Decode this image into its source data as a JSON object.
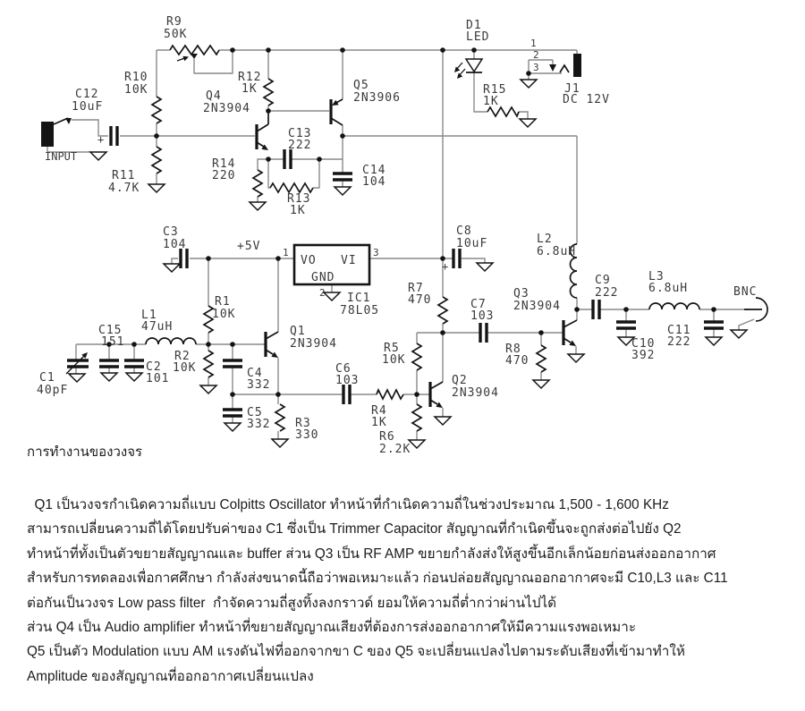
{
  "schematic": {
    "input_label": "INPUT",
    "supply_label": "+5V",
    "bnc_label": "BNC",
    "plus": "+",
    "ic1": {
      "ref": "IC1",
      "value": "78L05",
      "vo": "VO",
      "vi": "VI",
      "gnd": "GND",
      "pin1": "1",
      "pin2": "2",
      "pin3": "3"
    },
    "j1_pins": {
      "p1": "1",
      "p2": "2",
      "p3": "3"
    },
    "parts": [
      {
        "ref": "R9",
        "val": "50K"
      },
      {
        "ref": "R10",
        "val": "10K"
      },
      {
        "ref": "C12",
        "val": "10uF"
      },
      {
        "ref": "R11",
        "val": "4.7K"
      },
      {
        "ref": "Q4",
        "val": "2N3904"
      },
      {
        "ref": "R12",
        "val": "1K"
      },
      {
        "ref": "Q5",
        "val": "2N3906"
      },
      {
        "ref": "C13",
        "val": "222"
      },
      {
        "ref": "R13",
        "val": "1K"
      },
      {
        "ref": "R14",
        "val": "220"
      },
      {
        "ref": "C14",
        "val": "104"
      },
      {
        "ref": "D1",
        "val": "LED"
      },
      {
        "ref": "R15",
        "val": "1K"
      },
      {
        "ref": "J1",
        "val": "DC 12V"
      },
      {
        "ref": "C3",
        "val": "104"
      },
      {
        "ref": "R1",
        "val": "10K"
      },
      {
        "ref": "L1",
        "val": "47uH"
      },
      {
        "ref": "C15",
        "val": "151"
      },
      {
        "ref": "R2",
        "val": "10K"
      },
      {
        "ref": "C2",
        "val": "101"
      },
      {
        "ref": "C1",
        "val": "40pF"
      },
      {
        "ref": "C4",
        "val": "332"
      },
      {
        "ref": "C5",
        "val": "332"
      },
      {
        "ref": "Q1",
        "val": "2N3904"
      },
      {
        "ref": "C6",
        "val": "103"
      },
      {
        "ref": "R3",
        "val": "330"
      },
      {
        "ref": "R4",
        "val": "1K"
      },
      {
        "ref": "R6",
        "val": "2.2K"
      },
      {
        "ref": "R5",
        "val": "10K"
      },
      {
        "ref": "Q2",
        "val": "2N3904"
      },
      {
        "ref": "R7",
        "val": "470"
      },
      {
        "ref": "C8",
        "val": "10uF"
      },
      {
        "ref": "C7",
        "val": "103"
      },
      {
        "ref": "Q3",
        "val": "2N3904"
      },
      {
        "ref": "R8",
        "val": "470"
      },
      {
        "ref": "L2",
        "val": "6.8uH"
      },
      {
        "ref": "C9",
        "val": "222"
      },
      {
        "ref": "L3",
        "val": "6.8uH"
      },
      {
        "ref": "C10",
        "val": "392"
      },
      {
        "ref": "C11",
        "val": "222"
      }
    ]
  },
  "description": {
    "heading": "การทำงานของวงจร",
    "lines": [
      "  Q1 เป็นวงจรกำเนิดความถี่แบบ Colpitts Oscillator ทำหน้าที่กำเนิดความถี่ในช่วงประมาณ 1,500 - 1,600 KHz",
      "สามารถเปลี่ยนความถี่ได้โดยปรับค่าของ C1 ซึ่งเป็น Trimmer Capacitor สัญญาณที่กำเนิดขึ้นจะถูกส่งต่อไปยัง Q2",
      "ทำหน้าที่ทั้งเป็นตัวขยายสัญญาณและ buffer ส่วน Q3 เป็น RF AMP ขยายกำลังส่งให้สูงขึ้นอีกเล็กน้อยก่อนส่งออกอากาศ",
      "สำหรับการทดลองเพื่อกาศศึกษา กำลังส่งขนาดนี้ถือว่าพอเหมาะแล้ว ก่อนปล่อยสัญญาณออกอากาศจะมี C10,L3 และ C11",
      "ต่อกันเป็นวงจร Low pass filter  กำจัดความถี่สูงทิ้งลงกราวด์ ยอมให้ความถี่ต่ำกว่าผ่านไปได้",
      "ส่วน Q4 เป็น Audio amplifier ทำหน้าที่ขยายสัญญาณเสียงที่ต้องการส่งออกอากาศให้มีความแรงพอเหมาะ",
      "Q5 เป็นตัว Modulation แบบ AM แรงดันไฟที่ออกจากขา C ของ Q5 จะเปลี่ยนแปลงไปตามระดับเสียงที่เข้ามาทำให้",
      "Amplitude ของสัญญาณที่ออกอากาศเปลี่ยนแปลง"
    ]
  }
}
